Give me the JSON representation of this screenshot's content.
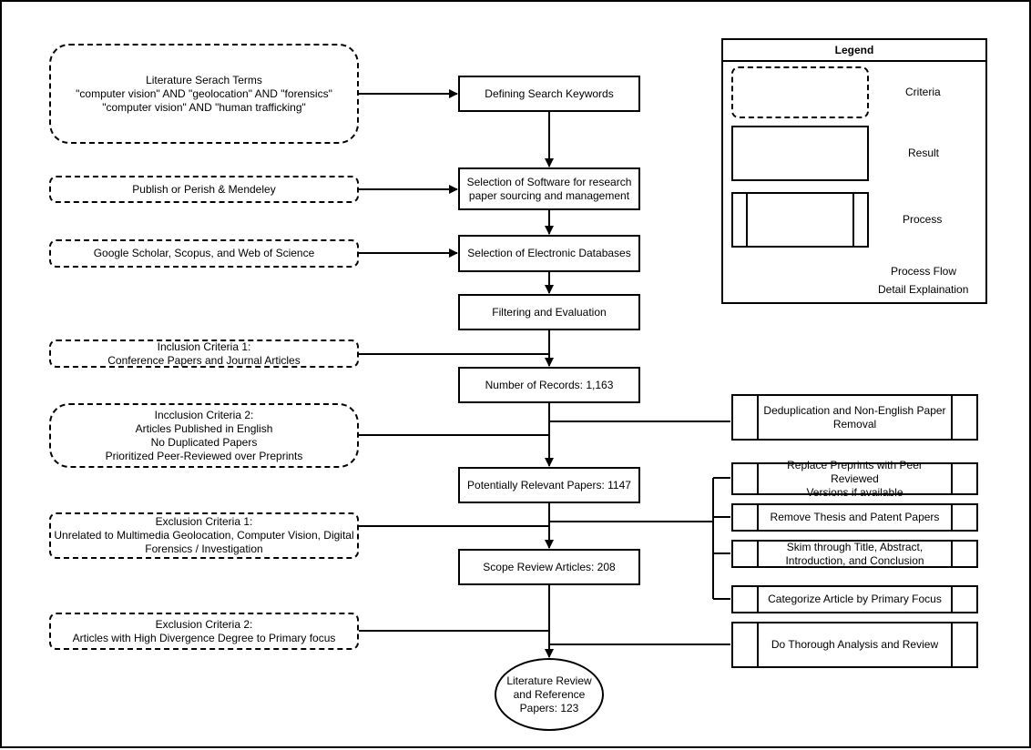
{
  "flow": {
    "define_keywords": "Defining Search Keywords",
    "select_software": "Selection of Software for research\npaper sourcing and management",
    "select_databases": "Selection of Electronic Databases",
    "filtering": "Filtering and Evaluation",
    "records": "Number of Records: 1,163",
    "relevant": "Potentially Relevant Papers: 1147",
    "scope": "Scope Review Articles: 208",
    "final": "Literature Review\nand Reference\nPapers: 123"
  },
  "criteria": {
    "search_terms": "Literature Serach Terms\n\"computer vision\" AND \"geolocation\" AND \"forensics\"\n\"computer vision\" AND \"human trafficking\"",
    "software": "Publish or Perish & Mendeley",
    "databases": "Google Scholar, Scopus, and Web of Science",
    "inclusion_1": "Inclusion Criteria 1:\nConference Papers and Journal Articles",
    "inclusion_2": "Incclusion Criteria 2:\nArticles Published in English\nNo Duplicated Papers\nPrioritized Peer-Reviewed over Preprints",
    "exclusion_1": "Exclusion Criteria 1:\nUnrelated to Multimedia Geolocation, Computer Vision, Digital\nForensics / Investigation",
    "exclusion_2": "Exclusion Criteria 2:\nArticles with High Divergence Degree to Primary focus"
  },
  "processes": {
    "dedup": "Deduplication and Non-English Paper\nRemoval",
    "replace_preprints": "Replace Preprints with Peer Reviewed\nVersions if available",
    "remove_thesis": "Remove Thesis and Patent Papers",
    "skim": "Skim through Title, Abstract,\nIntroduction, and Conclusion",
    "categorize": "Categorize Article by Primary Focus",
    "analysis": "Do Thorough Analysis and Review"
  },
  "legend": {
    "title": "Legend",
    "criteria": "Criteria",
    "result": "Result",
    "process": "Process",
    "process_flow": "Process Flow",
    "detail": "Detail Explaination"
  }
}
